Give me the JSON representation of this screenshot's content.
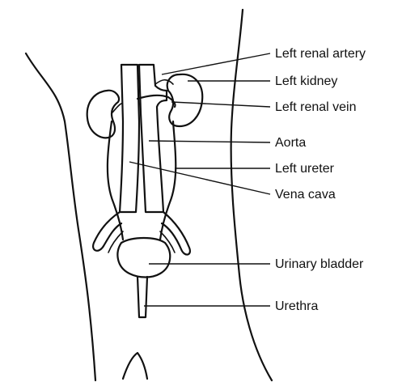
{
  "labels": {
    "left_renal_artery": "Left renal artery",
    "left_kidney": "Left kidney",
    "left_renal_vein": "Left renal vein",
    "aorta": "Aorta",
    "left_ureter": "Left ureter",
    "vena_cava": "Vena cava",
    "urinary_bladder": "Urinary bladder",
    "urethra": "Urethra"
  },
  "colors": {
    "ink": "#111111",
    "background": "#ffffff"
  }
}
